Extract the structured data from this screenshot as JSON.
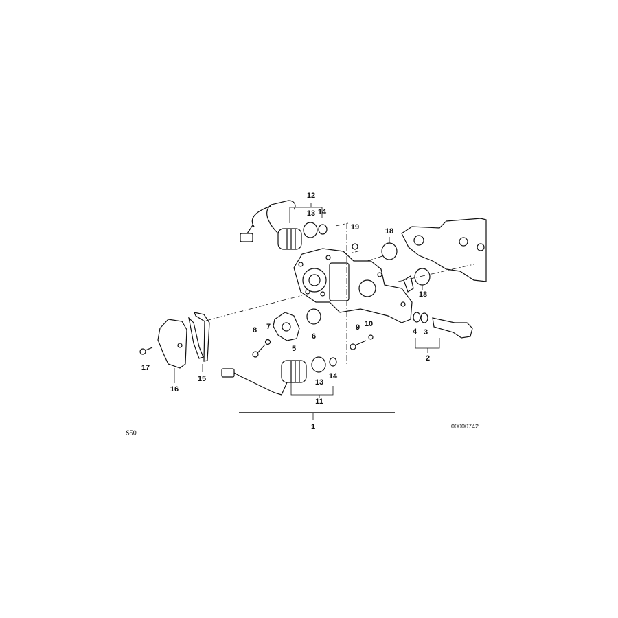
{
  "diagram": {
    "callouts": {
      "p12": "12",
      "p13_top": "13",
      "p14_top": "14",
      "p19": "19",
      "p18_top": "18",
      "p18_right": "18",
      "p8": "8",
      "p7": "7",
      "p5": "5",
      "p6": "6",
      "p9": "9",
      "p10": "10",
      "p4": "4",
      "p3": "3",
      "p2": "2",
      "p17": "17",
      "p16": "16",
      "p15": "15",
      "p13_bottom": "13",
      "p14_bottom": "14",
      "p11": "11",
      "p1": "1"
    },
    "model_code": "S50",
    "diagram_number": "00000742"
  }
}
